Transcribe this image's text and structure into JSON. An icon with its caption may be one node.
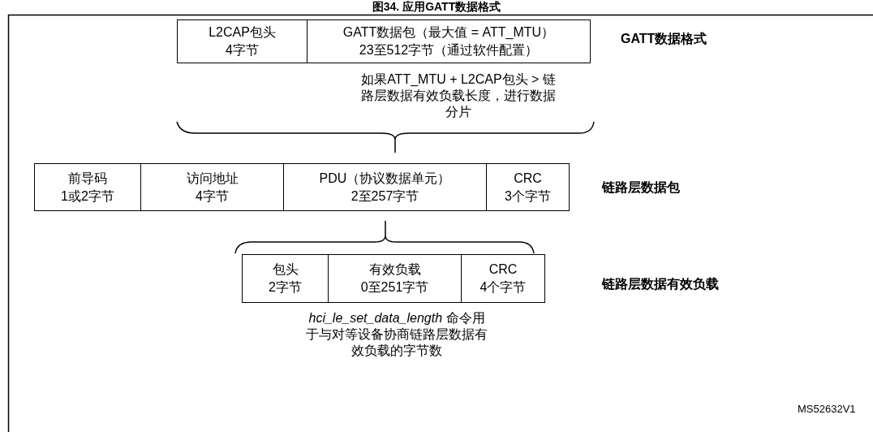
{
  "diagram": {
    "title": "图34. 应用GATT数据格式",
    "nodes": [
      {
        "text": [
          "L2CAP包头",
          "4字节"
        ]
      },
      {
        "text": [
          "GATT数据包（最大值 = ATT_MTU）",
          "23至512字节（通过软件配置）"
        ]
      },
      {
        "text": [
          "前导码",
          "1或2字节"
        ]
      },
      {
        "text": [
          "访问地址",
          "4字节"
        ]
      },
      {
        "text": [
          "PDU（协议数据单元）",
          "2至257字节"
        ]
      },
      {
        "text": [
          "CRC",
          "3个字节"
        ]
      },
      {
        "text": [
          "包头",
          "2字节"
        ]
      },
      {
        "text": [
          "有效负载",
          "0至251字节"
        ]
      },
      {
        "text": [
          "CRC",
          "4个字节"
        ]
      }
    ],
    "labels": [
      "GATT数据格式",
      "如果ATT_MTU + L2CAP包头 > 链路层数据有效负载长度，进行数据分片",
      "链路层数据包",
      "链路层数据有效负载",
      "*hci_le_set_data_length* 命令用于与对等设备协商链路层数据有效负载的字节数",
      "MS52632V1"
    ]
  }
}
